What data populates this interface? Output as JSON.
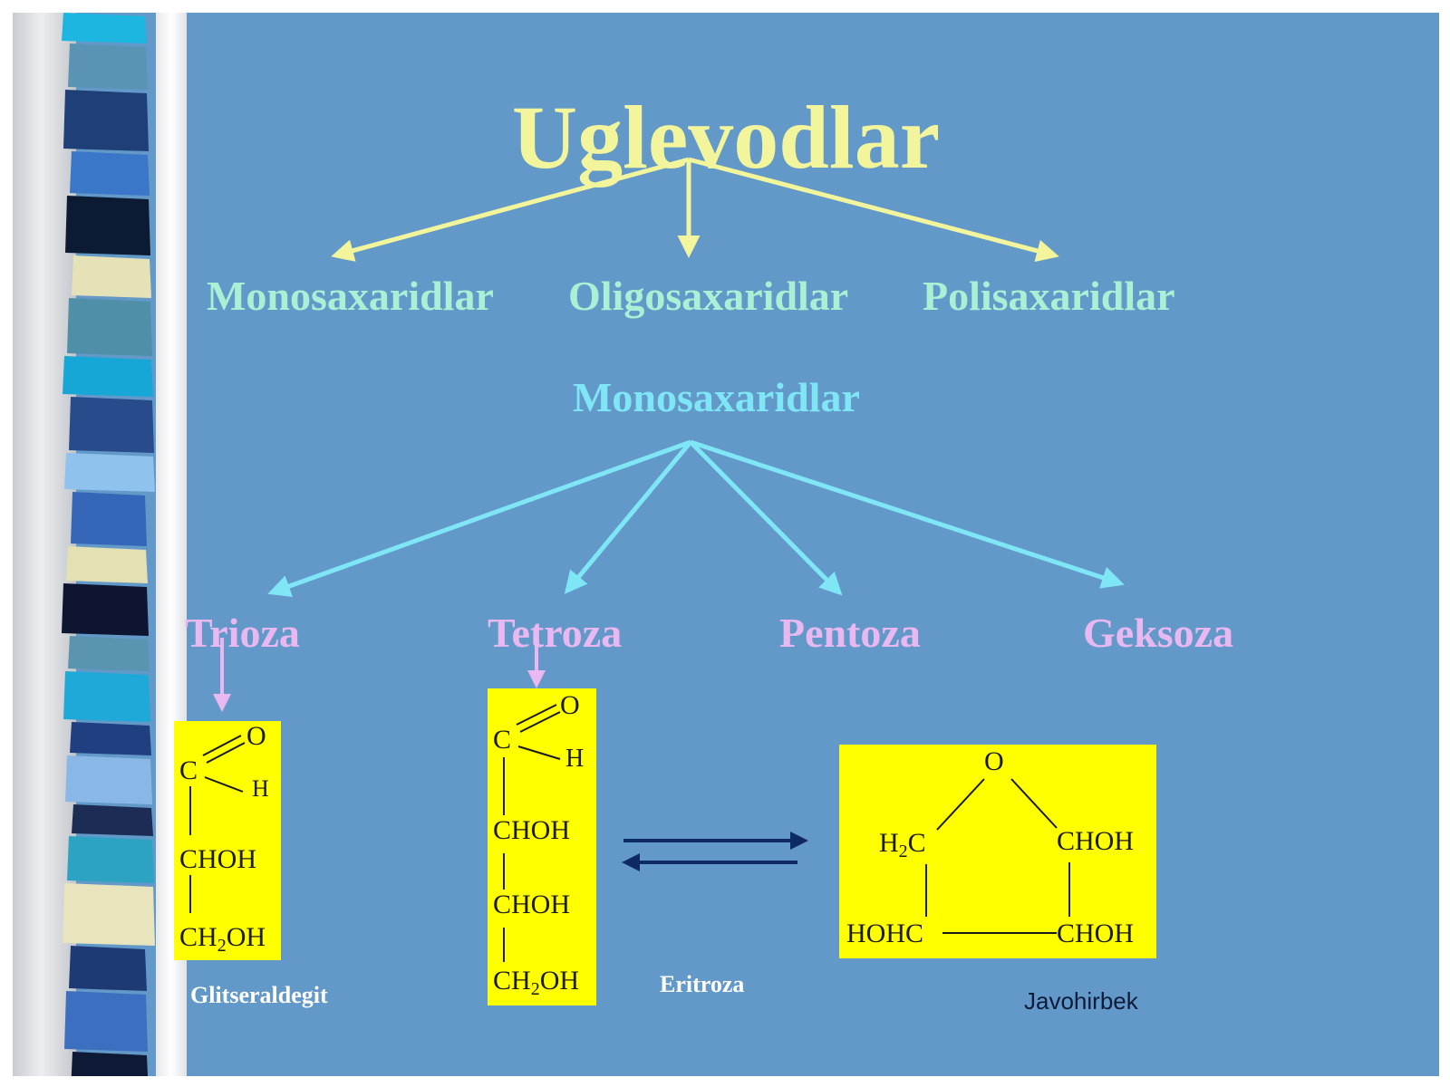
{
  "title": "Uglevodlar",
  "categories": [
    "Monosaxaridlar",
    "Oligosaxaridlar",
    "Polisaxaridlar"
  ],
  "subheading": "Monosaxaridlar",
  "kinds": [
    "Trioza",
    "Tetroza",
    "Pentoza",
    "Geksoza"
  ],
  "triose": {
    "o": "O",
    "c": "C",
    "h": "H",
    "choh": "CHOH",
    "ch2oh_pre": "CH",
    "ch2oh_sub": "2",
    "ch2oh_post": "OH",
    "name": "Glitseraldegit"
  },
  "tetrose": {
    "o": "O",
    "c": "C",
    "h": "H",
    "choh1": "CHOH",
    "choh2": "CHOH",
    "ch2oh_pre": "CH",
    "ch2oh_sub": "2",
    "ch2oh_post": "OH",
    "name": "Eritroza"
  },
  "ring": {
    "o": "O",
    "h2c_pre": "H",
    "h2c_sub": "2",
    "h2c_post": "C",
    "choh_right_top": "CHOH",
    "hohc": "HOHC",
    "choh_right_bottom": "CHOH"
  },
  "author": "Javohirbek",
  "colors": {
    "slide_bg": "#6399c8",
    "title": "#f2f59b",
    "categories": "#a9f0d5",
    "subheading": "#7fe6f6",
    "kinds": "#e9b8f0",
    "box": "#ffff00",
    "arrow_top": "#f2f59b",
    "arrow_mid": "#7fe6f6",
    "arrow_pink": "#e9b8f0",
    "equilibrium": "#0d2a66"
  }
}
